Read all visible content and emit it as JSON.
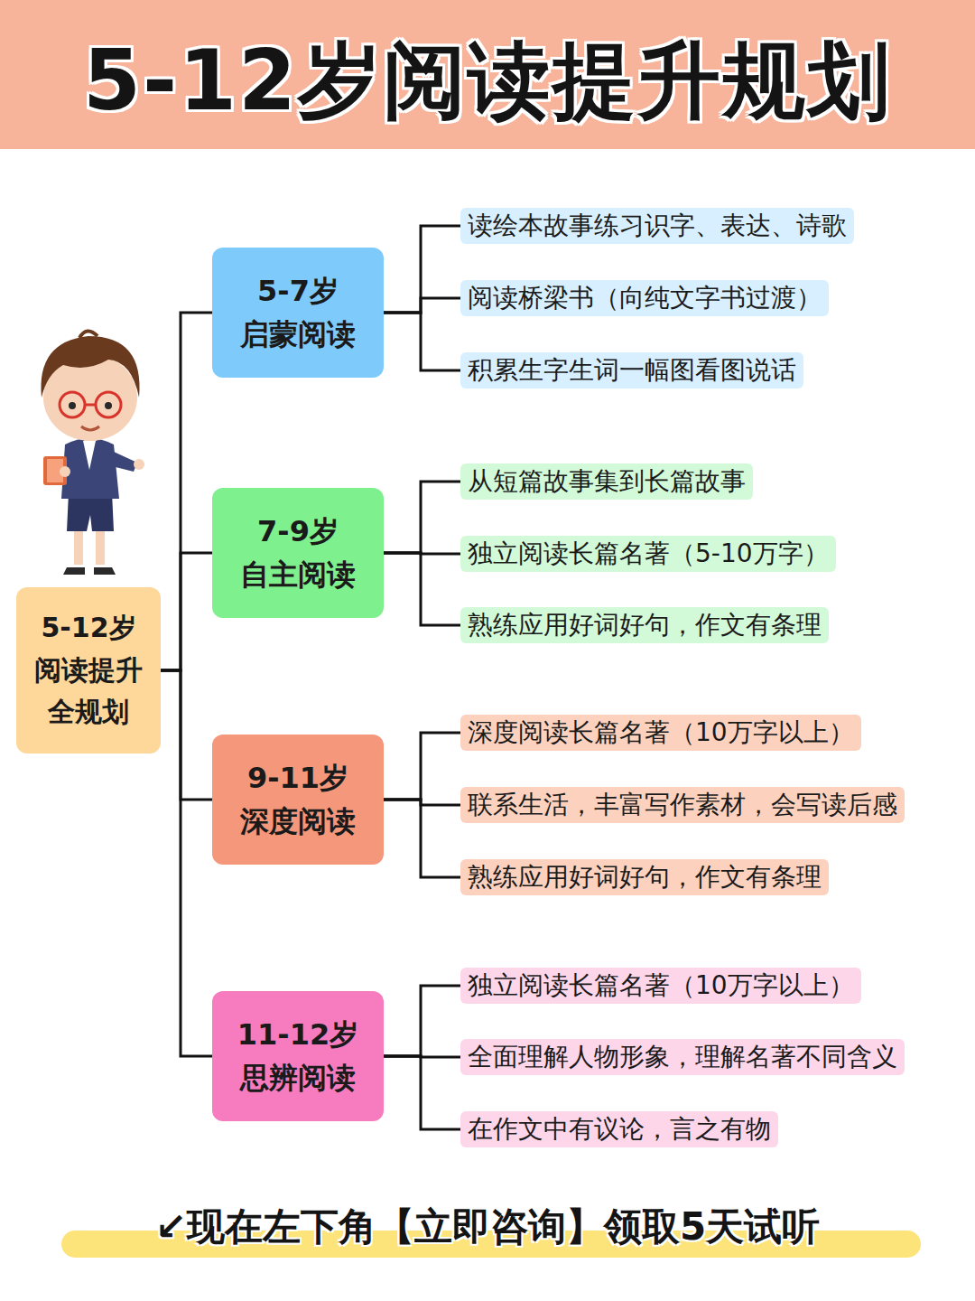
{
  "diagram": {
    "title": "5-12岁阅读提升规划",
    "nodes": [
      {
        "text": [
          "5-12岁 阅读提升 全规划"
        ]
      },
      {
        "text": [
          "5-7岁",
          "启蒙阅读"
        ]
      },
      {
        "text": [
          "读绘本故事练习识字、表达、诗歌"
        ]
      },
      {
        "text": [
          "阅读桥梁书（向纯文字书过渡）"
        ]
      },
      {
        "text": [
          "积累生字生词一幅图看图说话"
        ]
      },
      {
        "text": [
          "7-9岁",
          "自主阅读"
        ]
      },
      {
        "text": [
          "从短篇故事集到长篇故事"
        ]
      },
      {
        "text": [
          "独立阅读长篇名著（5-10万字）"
        ]
      },
      {
        "text": [
          "熟练应用好词好句，作文有条理"
        ]
      },
      {
        "text": [
          "9-11岁",
          "深度阅读"
        ]
      },
      {
        "text": [
          "深度阅读长篇名著（10万字以上）"
        ]
      },
      {
        "text": [
          "联系生活，丰富写作素材，会写读后感"
        ]
      },
      {
        "text": [
          "熟练应用好词好句，作文有条理"
        ]
      },
      {
        "text": [
          "11-12岁",
          "思辨阅读"
        ]
      },
      {
        "text": [
          "独立阅读长篇名著（10万字以上）"
        ]
      },
      {
        "text": [
          "全面理解人物形象，理解名著不同含义"
        ]
      },
      {
        "text": [
          "在作文中有议论，言之有物"
        ]
      }
    ],
    "edges": [
      {
        "from": 0,
        "to": 1,
        "arrow": "none"
      },
      {
        "from": 1,
        "to": 2,
        "arrow": "none"
      },
      {
        "from": 1,
        "to": 3,
        "arrow": "none"
      },
      {
        "from": 1,
        "to": 4,
        "arrow": "none"
      },
      {
        "from": 0,
        "to": 5,
        "arrow": "none"
      },
      {
        "from": 5,
        "to": 6,
        "arrow": "none"
      },
      {
        "from": 5,
        "to": 7,
        "arrow": "none"
      },
      {
        "from": 5,
        "to": 8,
        "arrow": "none"
      },
      {
        "from": 0,
        "to": 9,
        "arrow": "none"
      },
      {
        "from": 9,
        "to": 10,
        "arrow": "none"
      },
      {
        "from": 9,
        "to": 11,
        "arrow": "none"
      },
      {
        "from": 9,
        "to": 12,
        "arrow": "none"
      },
      {
        "from": 0,
        "to": 13,
        "arrow": "none"
      },
      {
        "from": 13,
        "to": 14,
        "arrow": "none"
      },
      {
        "from": 13,
        "to": 15,
        "arrow": "none"
      },
      {
        "from": 13,
        "to": 16,
        "arrow": "none"
      }
    ],
    "labels": [
      "↙现在左下角【立即咨询】领取5天试听"
    ]
  }
}
